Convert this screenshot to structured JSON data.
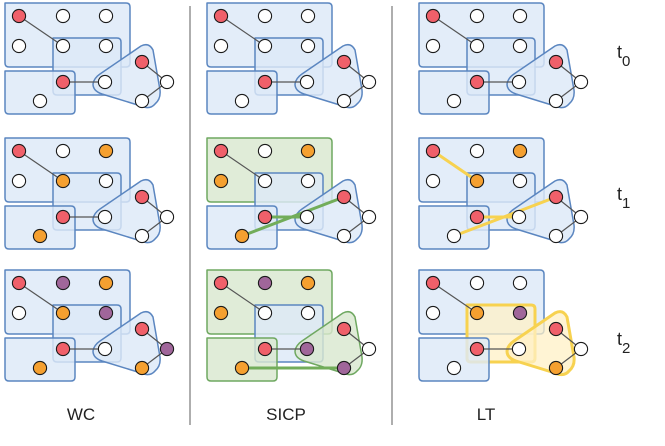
{
  "labels": {
    "columns": [
      "WC",
      "SICP",
      "LT"
    ],
    "rows": [
      {
        "base": "t",
        "sub": "0"
      },
      {
        "base": "t",
        "sub": "1"
      },
      {
        "base": "t",
        "sub": "2"
      }
    ]
  },
  "colors": {
    "red": "#f0606a",
    "orange": "#f5a030",
    "purple": "#a0669a",
    "white": "#ffffff",
    "stroke": "#1a1a1a",
    "box_fill": "#dde9f8",
    "box_stroke": "#5b86c0",
    "green_fill": "#d9e8cf",
    "green_stroke": "#6fa861",
    "yellow_fill": "#fff0c6",
    "yellow_stroke": "#f7d250",
    "green_edge": "#72ad5a",
    "yellow_edge": "#f7d250",
    "edge": "#555555",
    "separator": "#999999"
  },
  "panels": [
    {
      "id": "wc-t0",
      "col": 0,
      "row": 0,
      "nodes": [
        "red",
        "white",
        "white",
        "white",
        "white",
        "white",
        "red",
        "white",
        "red",
        "white",
        "white",
        "white"
      ],
      "edges": [],
      "greens": [],
      "yellows": []
    },
    {
      "id": "sicp-t0",
      "col": 1,
      "row": 0,
      "nodes": [
        "red",
        "white",
        "white",
        "white",
        "white",
        "white",
        "red",
        "white",
        "red",
        "white",
        "white",
        "white"
      ],
      "edges": [],
      "greens": [],
      "yellows": []
    },
    {
      "id": "lt-t0",
      "col": 2,
      "row": 0,
      "nodes": [
        "red",
        "white",
        "white",
        "white",
        "white",
        "white",
        "red",
        "white",
        "red",
        "white",
        "white",
        "white"
      ],
      "edges": [],
      "greens": [],
      "yellows": []
    },
    {
      "id": "wc-t1",
      "col": 0,
      "row": 1,
      "nodes": [
        "red",
        "white",
        "orange",
        "white",
        "orange",
        "white",
        "red",
        "white",
        "red",
        "white",
        "white",
        "orange"
      ],
      "edges": [],
      "greens": [],
      "yellows": []
    },
    {
      "id": "sicp-t1",
      "col": 1,
      "row": 1,
      "nodes": [
        "red",
        "white",
        "orange",
        "orange",
        "white",
        "white",
        "red",
        "white",
        "red",
        "white",
        "white",
        "orange"
      ],
      "edges": [
        {
          "from": 6,
          "to": 7,
          "style": "green"
        },
        {
          "from": 8,
          "to": 11,
          "style": "green"
        }
      ],
      "greens": [
        "a"
      ],
      "yellows": []
    },
    {
      "id": "lt-t1",
      "col": 2,
      "row": 1,
      "nodes": [
        "red",
        "white",
        "orange",
        "white",
        "orange",
        "white",
        "red",
        "white",
        "red",
        "white",
        "white",
        "white"
      ],
      "edges": [
        {
          "from": 0,
          "to": 4,
          "style": "yellow"
        },
        {
          "from": 6,
          "to": 7,
          "style": "yellow"
        },
        {
          "from": 8,
          "to": 11,
          "style": "yellow"
        }
      ],
      "greens": [],
      "yellows": []
    },
    {
      "id": "wc-t2",
      "col": 0,
      "row": 2,
      "nodes": [
        "red",
        "purple",
        "orange",
        "white",
        "orange",
        "purple",
        "red",
        "white",
        "red",
        "orange",
        "purple",
        "orange"
      ],
      "edges": [],
      "greens": [],
      "yellows": []
    },
    {
      "id": "sicp-t2",
      "col": 1,
      "row": 2,
      "nodes": [
        "red",
        "purple",
        "orange",
        "orange",
        "white",
        "white",
        "red",
        "purple",
        "red",
        "purple",
        "white",
        "orange"
      ],
      "edges": [
        {
          "from": 9,
          "to": 11,
          "style": "green"
        }
      ],
      "greens": [
        "a",
        "c",
        "d"
      ],
      "yellows": []
    },
    {
      "id": "lt-t2",
      "col": 2,
      "row": 2,
      "nodes": [
        "red",
        "white",
        "white",
        "white",
        "orange",
        "purple",
        "red",
        "white",
        "red",
        "orange",
        "white",
        "white"
      ],
      "edges": [],
      "greens": [],
      "yellows": [
        "b",
        "d"
      ]
    }
  ]
}
